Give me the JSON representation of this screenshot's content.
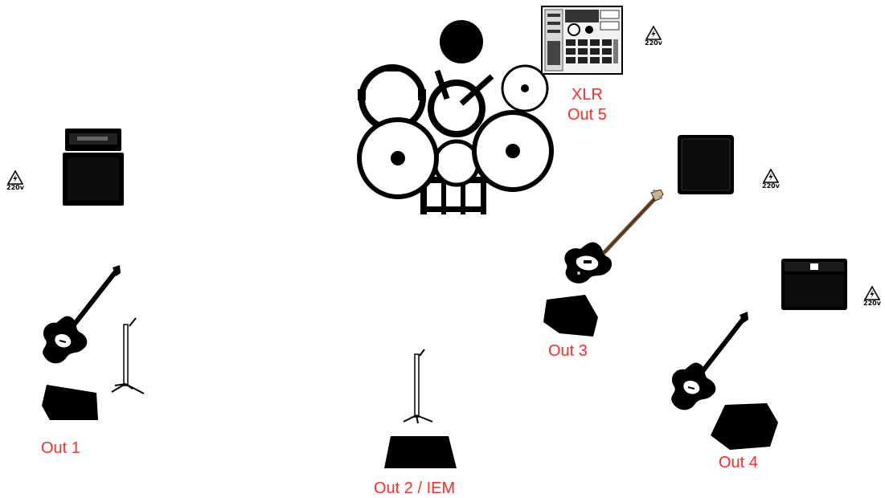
{
  "colors": {
    "label": "#ff2a2a",
    "equipment": "#000000",
    "panel_bg": "#eeeeee"
  },
  "labels": {
    "out1": "Out 1",
    "out2": "Out 2 / IEM",
    "out3": "Out 3",
    "out4": "Out 4",
    "xlr": "XLR",
    "out5": "Out 5"
  },
  "power": {
    "voltage": "220v"
  },
  "icons": {
    "drum_kit": "drum-kit-icon",
    "sampler": "sampler-pad-icon",
    "amp": "amplifier-icon",
    "monitor": "wedge-monitor-icon",
    "mic_stand": "mic-stand-icon",
    "guitar": "electric-guitar-icon",
    "bass": "bass-guitar-icon",
    "power": "power-outlet-icon"
  }
}
